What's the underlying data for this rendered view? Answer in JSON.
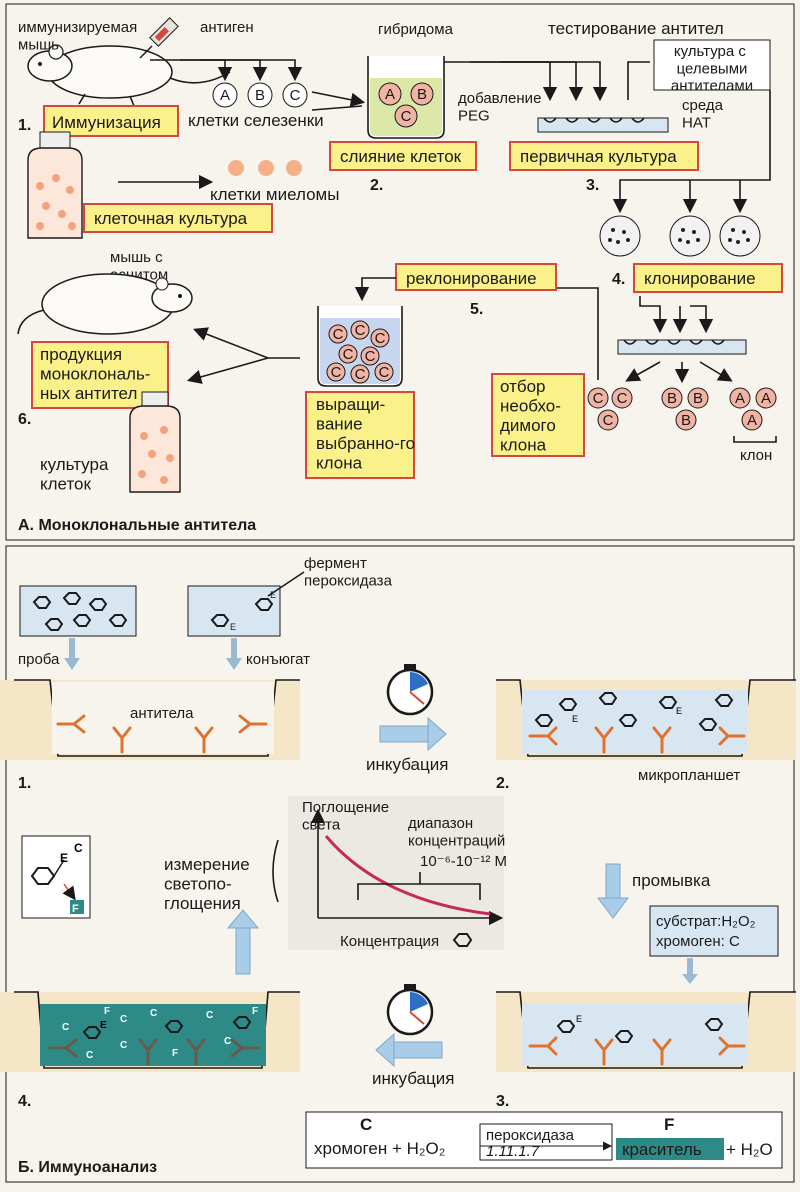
{
  "section_a": {
    "title": "А. Моноклональные антитела",
    "mouse_label": "иммунизируемая мышь",
    "antigen_label": "антиген",
    "cells": [
      "A",
      "B",
      "C"
    ],
    "spleen_cells": "клетки селезенки",
    "step1_num": "1.",
    "step1_label": "Иммунизация",
    "hybridoma_label": "гибридома",
    "peg_label": "добавление PEG",
    "step2_num": "2.",
    "step2_label": "слияние клеток",
    "myeloma_label": "клетки миеломы",
    "cell_culture_label": "клеточная культура",
    "testing_label": "тестирование антител",
    "target_culture_label": "культура с целевыми антителами",
    "hat_label": "среда HAT",
    "step3_num": "3.",
    "step3_label": "первичная культура",
    "step4_num": "4.",
    "step4_label": "клонирование",
    "reclone_label": "реклонирование",
    "step5_num": "5.",
    "ascites_label": "мышь с асцитом",
    "production_label": "продукция моноклональ-ных антител",
    "step6_num": "6.",
    "culture_label": "культура клеток",
    "growing_label": "выращи-вание выбранно-го клона",
    "selection_label": "отбор необхо-димого клона",
    "clone_label": "клон"
  },
  "section_b": {
    "title": "Б. Иммуноанализ",
    "enzyme_label": "фермент пероксидаза",
    "sample_label": "проба",
    "conjugate_label": "конъюгат",
    "antibodies_label": "антитела",
    "incubation_label": "инкубация",
    "microplate_label": "микропланшет",
    "step1_num": "1.",
    "step2_num": "2.",
    "step3_num": "3.",
    "step4_num": "4.",
    "measure_label": "измерение светопо-глощения",
    "wash_label": "промывка",
    "substrate_label": "субстрат:H₂O₂",
    "chromogen_label": "хромоген: C",
    "graph_ylabel": "Поглощение света",
    "graph_xlabel": "Концентрация",
    "range_label": "диапазон концентраций",
    "range_value": "10⁻⁶-10⁻¹² М",
    "eq_c": "C",
    "eq_f": "F",
    "eq_left": "хромоген + H₂O₂",
    "eq_enzyme": "пероксидаза",
    "eq_ec": "1.11.1.7",
    "eq_dye": "краситель",
    "eq_right": "+ H₂O"
  }
}
